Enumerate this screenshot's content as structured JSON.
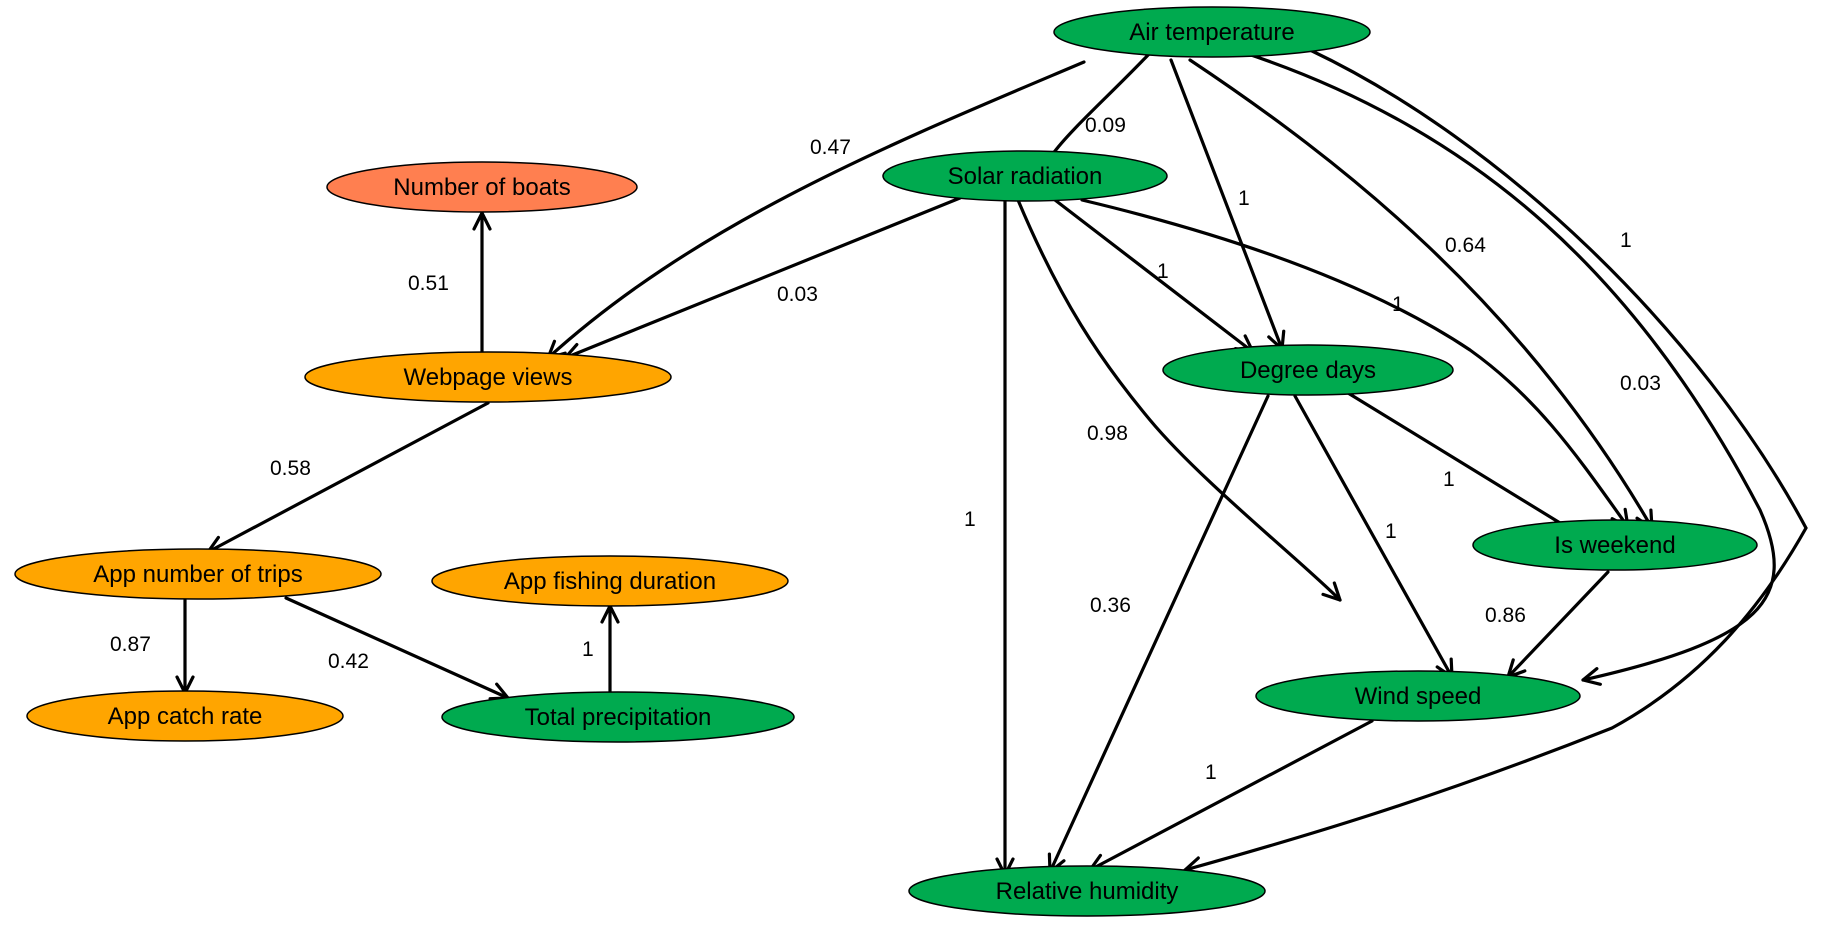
{
  "colors": {
    "weather": "#00AA4F",
    "app": "#FFA500",
    "target": "#FF7F50"
  },
  "nodes": {
    "air_temp": {
      "label": "Air temperature",
      "group": "weather"
    },
    "solar": {
      "label": "Solar radiation",
      "group": "weather"
    },
    "boats": {
      "label": "Number of boats",
      "group": "target"
    },
    "webpage": {
      "label": "Webpage views",
      "group": "app"
    },
    "degree": {
      "label": "Degree days",
      "group": "weather"
    },
    "trips": {
      "label": "App number of trips",
      "group": "app"
    },
    "fishing": {
      "label": "App fishing duration",
      "group": "app"
    },
    "weekend": {
      "label": "Is weekend",
      "group": "weather"
    },
    "catch": {
      "label": "App catch rate",
      "group": "app"
    },
    "precip": {
      "label": "Total precipitation",
      "group": "weather"
    },
    "wind": {
      "label": "Wind speed",
      "group": "weather"
    },
    "humidity": {
      "label": "Relative humidity",
      "group": "weather"
    }
  },
  "edges": {
    "air_webpage": {
      "from": "air_temp",
      "to": "webpage",
      "weight": "0.47"
    },
    "air_solar": {
      "from": "air_temp",
      "to": "solar",
      "weight": "0.09"
    },
    "air_degree": {
      "from": "air_temp",
      "to": "degree",
      "weight": "1"
    },
    "air_weekend": {
      "from": "air_temp",
      "to": "weekend",
      "weight": "0.64"
    },
    "air_wind": {
      "from": "air_temp",
      "to": "wind",
      "weight": "0.03"
    },
    "air_humidity": {
      "from": "air_temp",
      "to": "humidity",
      "weight": "1"
    },
    "solar_webpage": {
      "from": "solar",
      "to": "webpage",
      "weight": "0.03"
    },
    "solar_degree": {
      "from": "solar",
      "to": "degree",
      "weight": "1"
    },
    "solar_weekend": {
      "from": "solar",
      "to": "weekend",
      "weight": "1"
    },
    "solar_wind": {
      "from": "solar",
      "to": "wind",
      "weight": "0.98"
    },
    "solar_humidity": {
      "from": "solar",
      "to": "humidity",
      "weight": "1"
    },
    "webpage_boats": {
      "from": "webpage",
      "to": "boats",
      "weight": "0.51"
    },
    "webpage_trips": {
      "from": "webpage",
      "to": "trips",
      "weight": "0.58"
    },
    "trips_catch": {
      "from": "trips",
      "to": "catch",
      "weight": "0.87"
    },
    "trips_precip": {
      "from": "trips",
      "to": "precip",
      "weight": "0.42"
    },
    "precip_fishing": {
      "from": "precip",
      "to": "fishing",
      "weight": "1"
    },
    "degree_weekend": {
      "from": "degree",
      "to": "weekend",
      "weight": "1"
    },
    "degree_wind": {
      "from": "degree",
      "to": "wind",
      "weight": "1"
    },
    "degree_humidity": {
      "from": "degree",
      "to": "humidity",
      "weight": "0.36"
    },
    "weekend_wind": {
      "from": "weekend",
      "to": "wind",
      "weight": "0.86"
    },
    "wind_humidity": {
      "from": "wind",
      "to": "humidity",
      "weight": "1"
    }
  }
}
